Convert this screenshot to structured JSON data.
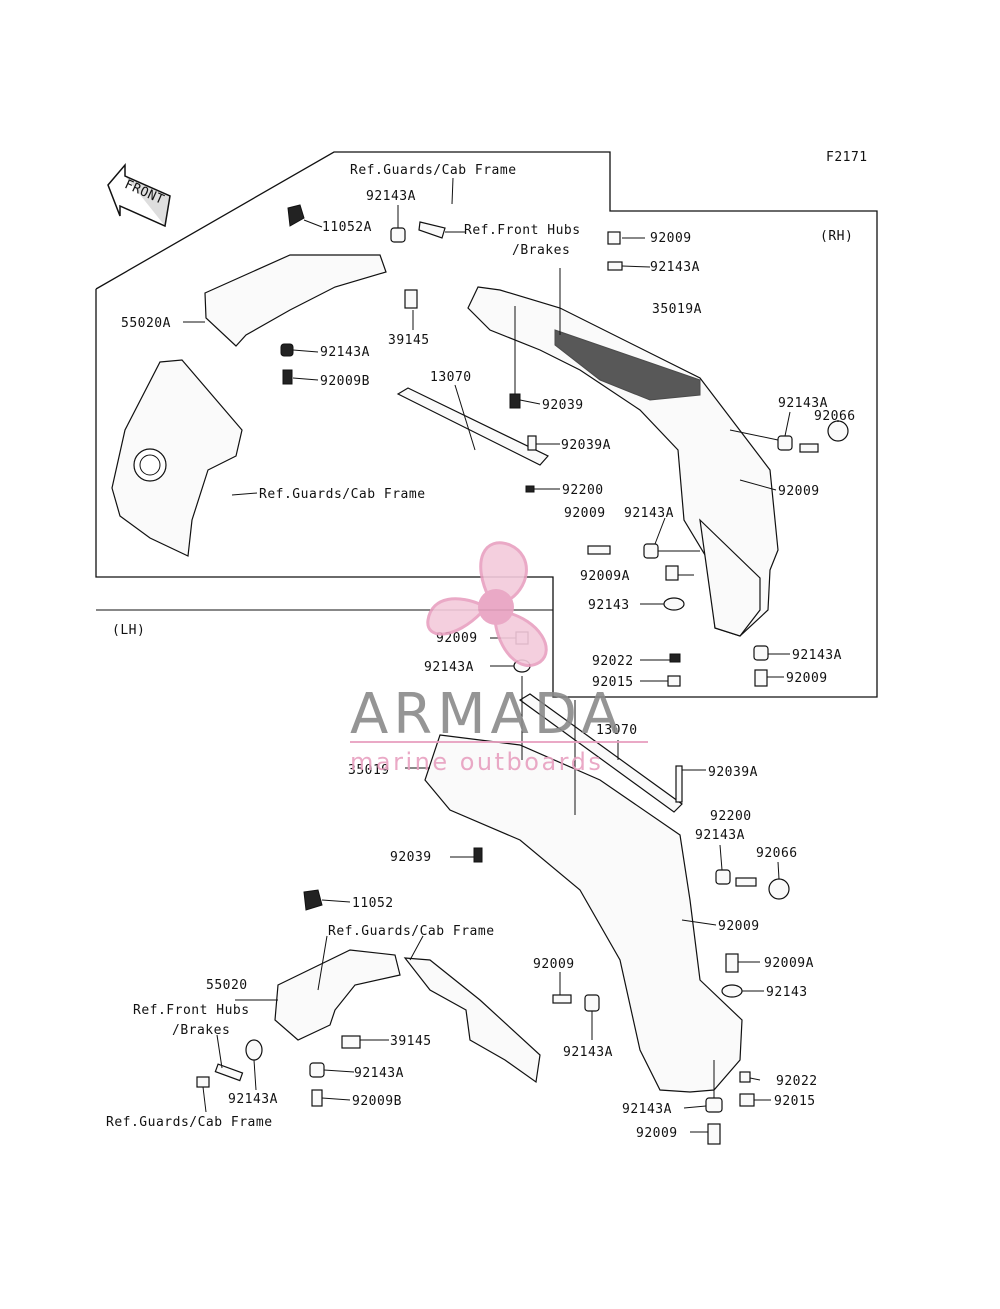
{
  "diagram": {
    "code": "F2171",
    "front_arrow": "FRONT",
    "rh_tag": "(RH)",
    "lh_tag": "(LH)"
  },
  "watermark": {
    "brand": "ARMADA",
    "tagline": "marine outboards",
    "colors": {
      "pink": "#e8a0c0",
      "grey": "#8a8a8a"
    }
  },
  "callouts": [
    "Ref.Guards/Cab Frame",
    "92143A",
    "11052A",
    "Ref.Front Hubs",
    "/Brakes",
    "92009",
    "(RH)",
    "92143A",
    "35019A",
    "55020A",
    "39145",
    "92143A",
    "92009B",
    "13070",
    "92039",
    "92039A",
    "Ref.Guards/Cab Frame",
    "92200",
    "92143A",
    "92066",
    "92009",
    "92009",
    "92143A",
    "92009A",
    "92143",
    "92022",
    "92143A",
    "92015",
    "92009",
    "(LH)",
    "92009",
    "92143A",
    "13070",
    "35019",
    "92039A",
    "92200",
    "92143A",
    "92066",
    "92039",
    "11052",
    "Ref.Guards/Cab Frame",
    "92009",
    "92009",
    "92009A",
    "55020",
    "92143",
    "Ref.Front Hubs",
    "/Brakes",
    "39145",
    "92143A",
    "92143A",
    "92022",
    "92143A",
    "92143A",
    "92015",
    "92009B",
    "Ref.Guards/Cab Frame",
    "92009"
  ]
}
